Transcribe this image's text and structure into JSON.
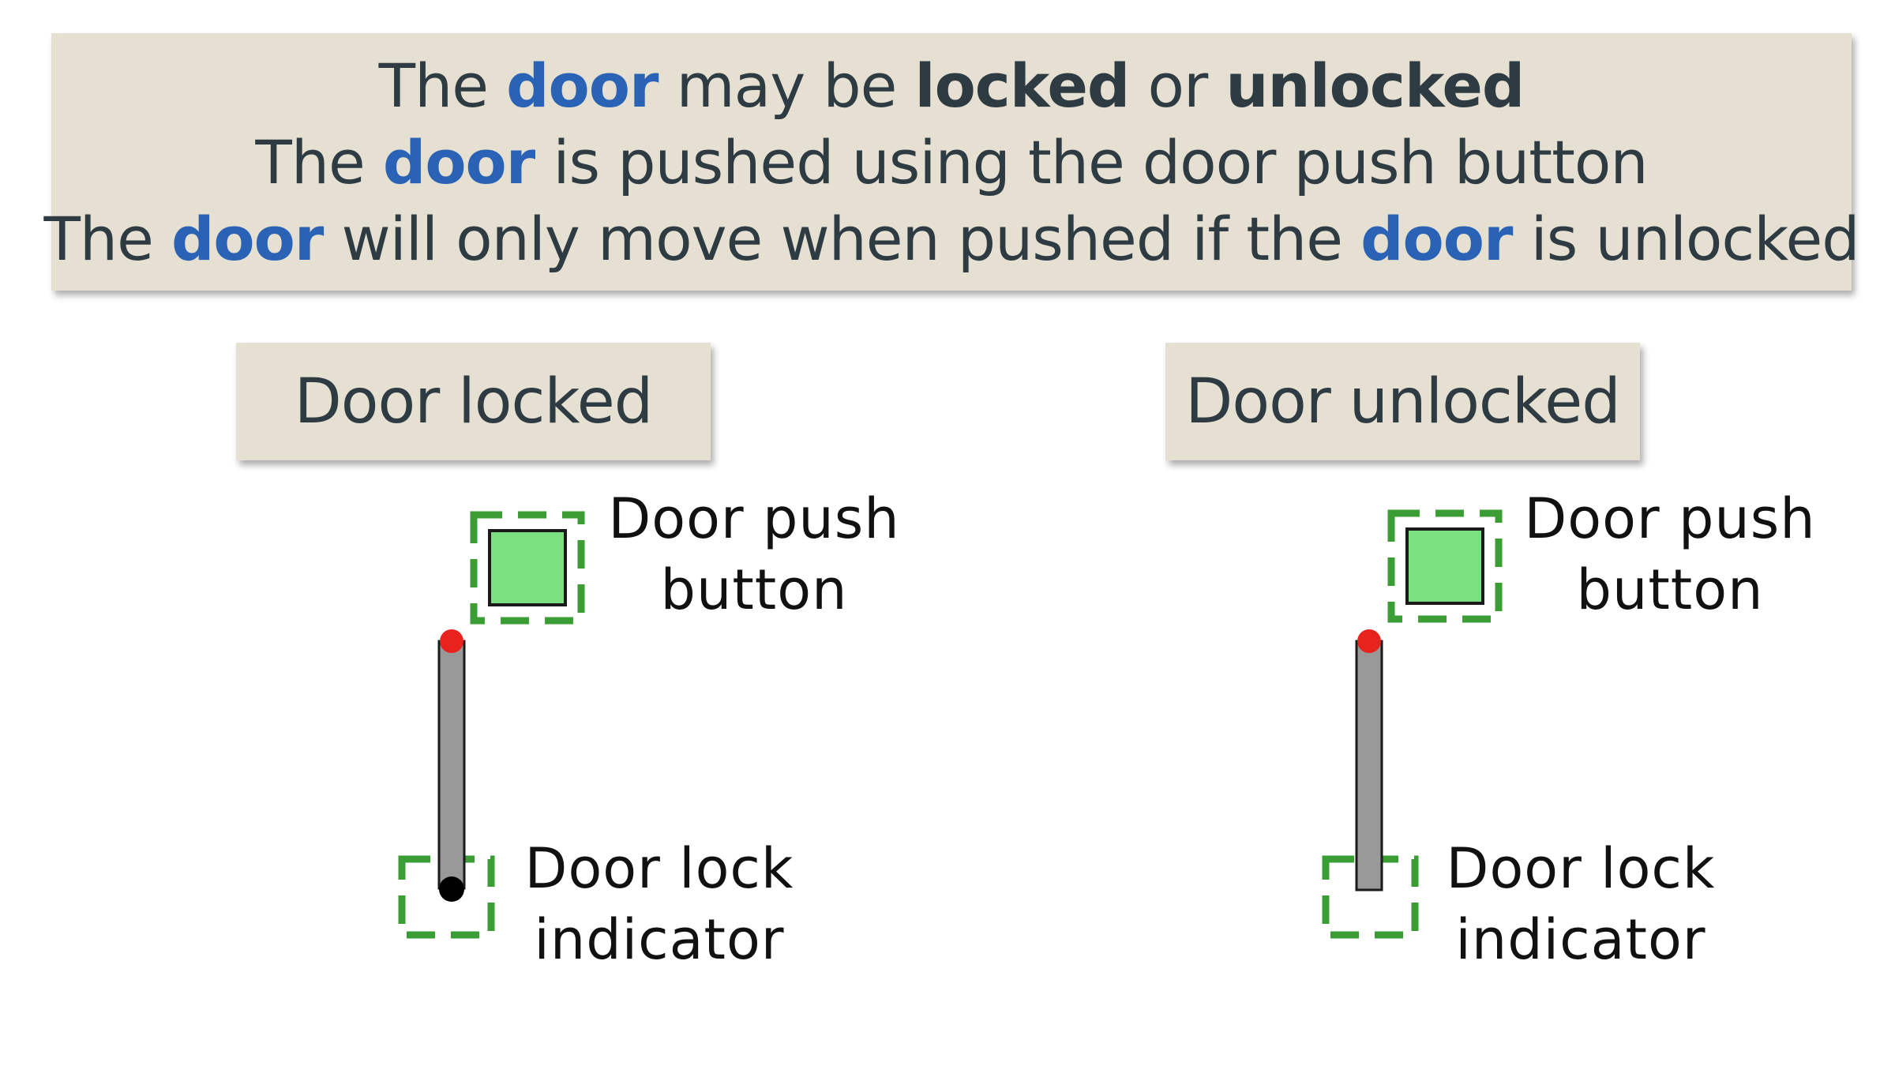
{
  "banner": {
    "line1": {
      "t1": "The ",
      "k1": "door",
      "t2": " may be ",
      "b1": "locked",
      "t3": " or ",
      "b2": "unlocked"
    },
    "line2": {
      "t1": "The ",
      "k1": "door",
      "t2": " is pushed using the door push button"
    },
    "line3": {
      "t1": "The ",
      "k1": "door",
      "t2": " will only move when pushed if the ",
      "k2": "door",
      "t3": " is unlocked"
    }
  },
  "panels": {
    "locked": {
      "title": "Door locked",
      "button_label_1": "Door push",
      "button_label_2": "button",
      "indicator_label_1": "Door lock",
      "indicator_label_2": "indicator"
    },
    "unlocked": {
      "title": "Door unlocked",
      "button_label_1": "Door push",
      "button_label_2": "button",
      "indicator_label_1": "Door lock",
      "indicator_label_2": "indicator"
    }
  },
  "colors": {
    "label_background": "#e5e0d1",
    "keyword_blue": "#2a63b5",
    "dashed_green": "#3a9e35",
    "button_fill": "#7be07f",
    "door_gray": "#999999",
    "hinge_red": "#e8231d",
    "lock_black": "#000000"
  }
}
